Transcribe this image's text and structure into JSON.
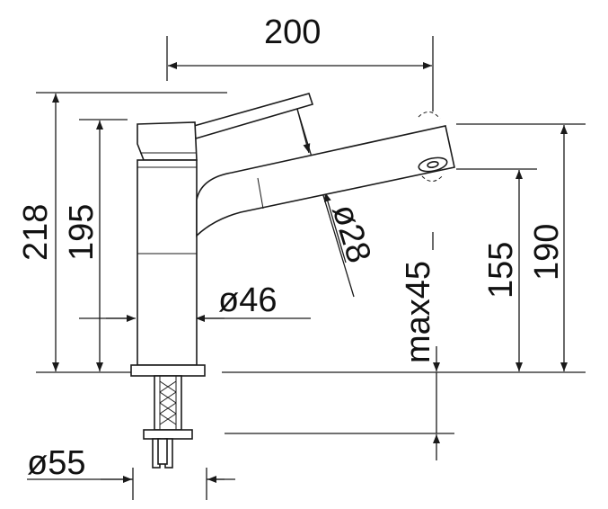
{
  "dimensions": {
    "width": "200",
    "height_total": "218",
    "height_body": "195",
    "spout_diameter": "ø28",
    "body_diameter": "ø46",
    "max_thickness": "max45",
    "spout_height": "155",
    "spout_top_height": "190",
    "base_diameter": "ø55"
  },
  "colors": {
    "line": "#1a1a1a",
    "background": "#ffffff"
  }
}
